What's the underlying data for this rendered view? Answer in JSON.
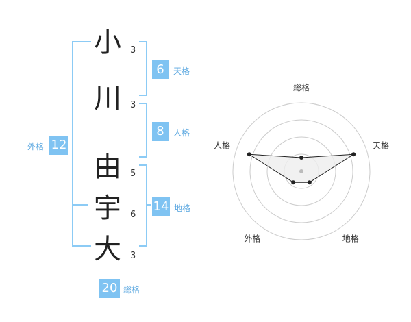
{
  "name": {
    "chars": [
      {
        "char": "小",
        "strokes": "3"
      },
      {
        "char": "川",
        "strokes": "3"
      },
      {
        "char": "由",
        "strokes": "5"
      },
      {
        "char": "宇",
        "strokes": "6"
      },
      {
        "char": "大",
        "strokes": "3"
      }
    ]
  },
  "kaku": {
    "ten": {
      "value": "6",
      "label": "天格"
    },
    "jin": {
      "value": "8",
      "label": "人格"
    },
    "chi": {
      "value": "14",
      "label": "地格"
    },
    "gai": {
      "value": "12",
      "label": "外格"
    },
    "sou": {
      "value": "20",
      "label": "総格"
    }
  },
  "chart_data": {
    "type": "radar",
    "axes": [
      "総格",
      "天格",
      "地格",
      "外格",
      "人格"
    ],
    "values": [
      0.2,
      0.8,
      0.2,
      0.2,
      0.8
    ],
    "scale_max": 1,
    "rings": 4,
    "colors": {
      "fill": "#eeeeee",
      "stroke": "#222222",
      "ring": "#cccccc"
    }
  },
  "colors": {
    "accent": "#7fc3f2",
    "bracket": "#8ccbf5"
  }
}
